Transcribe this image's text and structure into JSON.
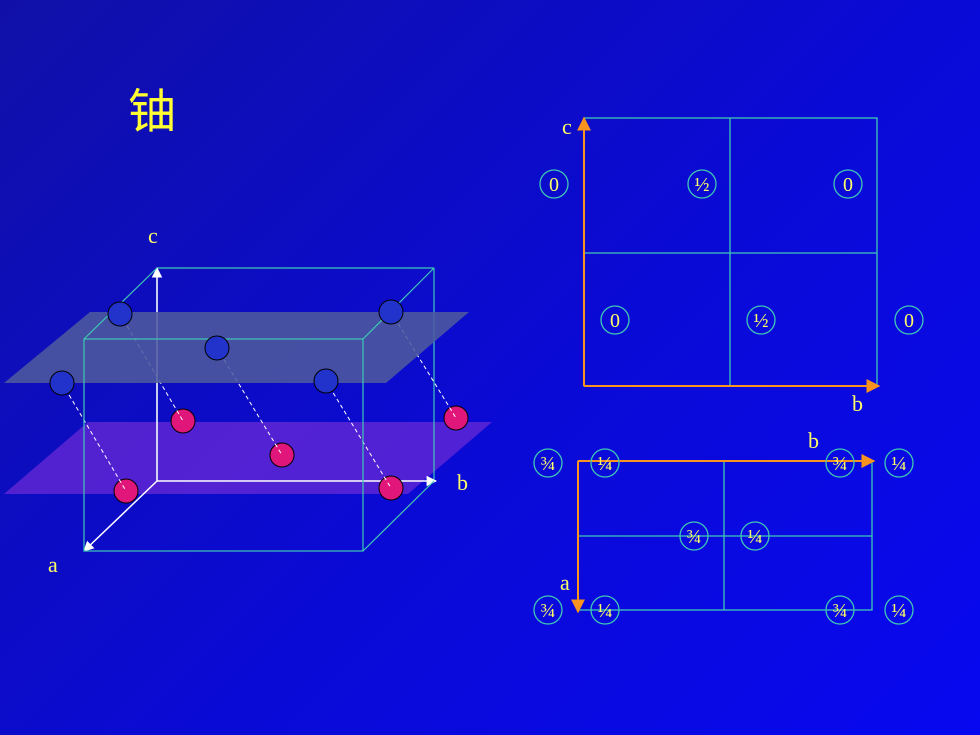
{
  "title": "铀",
  "colors": {
    "cell_edge": "#3fc9b4",
    "axis_3d": "#ffffff",
    "axis_2d": "#f7931e",
    "upper_atom": "#2233cc",
    "lower_atom": "#e0167a",
    "label": "#ffff66",
    "upper_plane": "#4d5a9e",
    "lower_plane": "#6a2ad6"
  },
  "cell3d": {
    "axis_labels": {
      "a": "a",
      "b": "b",
      "c": "c"
    }
  },
  "proj_bc": {
    "axis_labels": {
      "vertical": "c",
      "horizontal": "b"
    },
    "labels": [
      "0",
      "½",
      "0",
      "0",
      "½",
      "0"
    ]
  },
  "proj_ab": {
    "axis_labels": {
      "horizontal": "b",
      "vertical": "a"
    },
    "labels": [
      "¾",
      "¼",
      "¾",
      "¼",
      "¾",
      "¼",
      "¾",
      "¼",
      "¾",
      "¼"
    ]
  }
}
